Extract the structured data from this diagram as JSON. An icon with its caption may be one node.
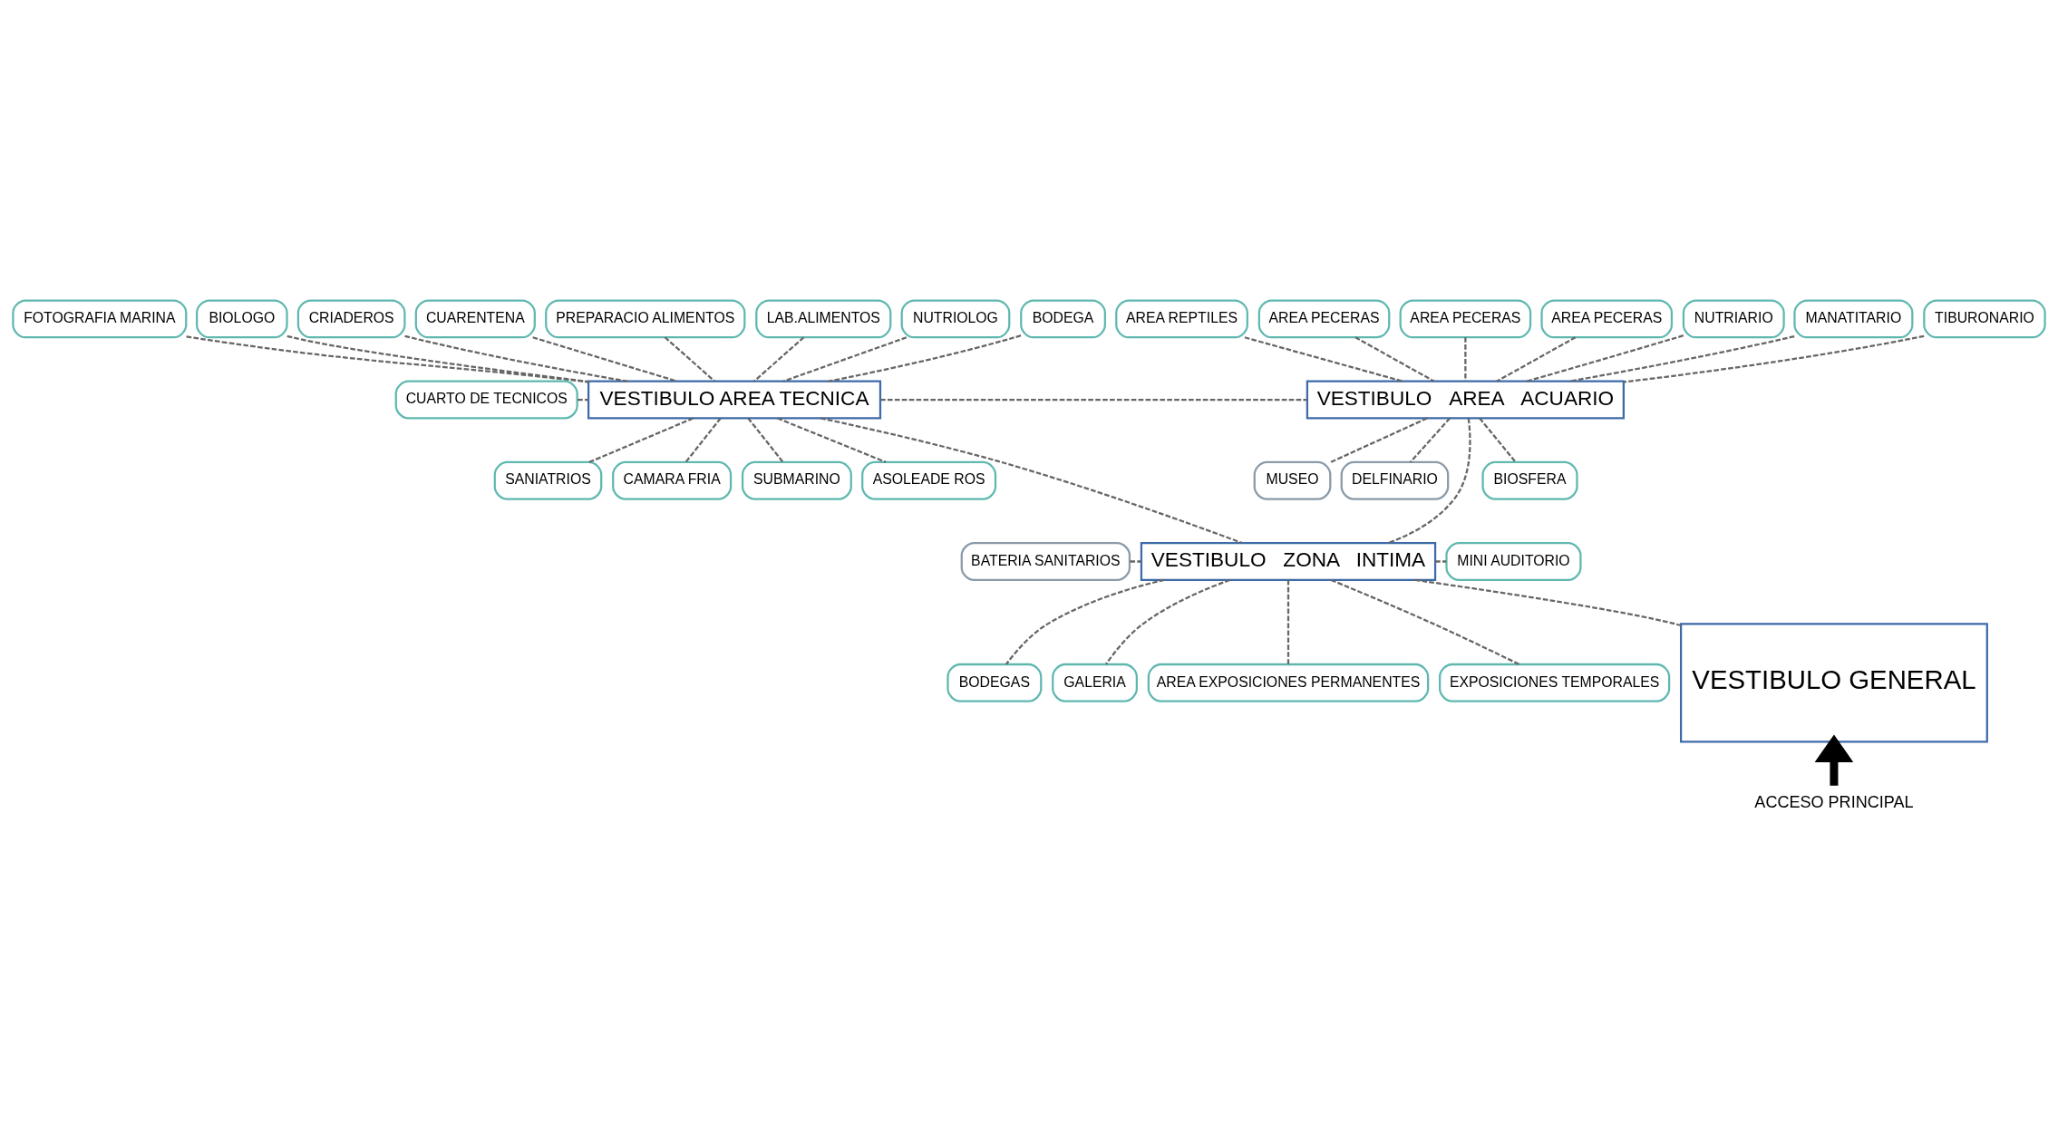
{
  "diagram": {
    "nodes": [
      {
        "text": [
          "FOTOGRAFIA MARINA"
        ]
      },
      {
        "text": [
          "BIOLOGO"
        ]
      },
      {
        "text": [
          "CRIADEROS"
        ]
      },
      {
        "text": [
          "CUARENTENA"
        ]
      },
      {
        "text": [
          "PREPARACIO ALIMENTOS"
        ]
      },
      {
        "text": [
          "LAB.ALIMENTOS"
        ]
      },
      {
        "text": [
          "NUTRIOLOG"
        ]
      },
      {
        "text": [
          "BODEGA"
        ]
      },
      {
        "text": [
          "AREA REPTILES"
        ]
      },
      {
        "text": [
          "AREA PECERAS"
        ]
      },
      {
        "text": [
          "AREA PECERAS"
        ]
      },
      {
        "text": [
          "AREA PECERAS"
        ]
      },
      {
        "text": [
          "NUTRIARIO"
        ]
      },
      {
        "text": [
          "MANATITARIO"
        ]
      },
      {
        "text": [
          "TIBURONARIO"
        ]
      },
      {
        "text": [
          "CUARTO DE TECNICOS"
        ]
      },
      {
        "text": [
          "VESTIBULO AREA TECNICA"
        ]
      },
      {
        "text": [
          "VESTIBULO   AREA   ACUARIO"
        ]
      },
      {
        "text": [
          "SANIATRIOS"
        ]
      },
      {
        "text": [
          "CAMARA FRIA"
        ]
      },
      {
        "text": [
          "SUBMARINO"
        ]
      },
      {
        "text": [
          "ASOLEADE ROS"
        ]
      },
      {
        "text": [
          "BIOSFERA"
        ]
      },
      {
        "text": [
          "MUSEO"
        ]
      },
      {
        "text": [
          "DELFINARIO"
        ]
      },
      {
        "text": [
          "BATERIA SANITARIOS"
        ]
      },
      {
        "text": [
          "VESTIBULO   ZONA   INTIMA"
        ]
      },
      {
        "text": [
          "MINI AUDITORIO"
        ]
      },
      {
        "text": [
          "BODEGAS"
        ]
      },
      {
        "text": [
          "GALERIA"
        ]
      },
      {
        "text": [
          "AREA EXPOSICIONES PERMANENTES"
        ]
      },
      {
        "text": [
          "EXPOSICIONES TEMPORALES"
        ]
      },
      {
        "text": [
          "VESTIBULO GENERAL"
        ]
      },
      {
        "text": [
          "ACCESO PRINCIPAL"
        ]
      }
    ],
    "edges": [
      {
        "from": 0,
        "to": 16,
        "arrow": "none",
        "style": "dashed"
      },
      {
        "from": 1,
        "to": 16,
        "arrow": "none",
        "style": "dashed"
      },
      {
        "from": 2,
        "to": 16,
        "arrow": "none",
        "style": "dashed"
      },
      {
        "from": 3,
        "to": 16,
        "arrow": "none",
        "style": "dashed"
      },
      {
        "from": 4,
        "to": 16,
        "arrow": "none",
        "style": "dashed"
      },
      {
        "from": 5,
        "to": 16,
        "arrow": "none",
        "style": "dashed"
      },
      {
        "from": 6,
        "to": 16,
        "arrow": "none",
        "style": "dashed"
      },
      {
        "from": 7,
        "to": 16,
        "arrow": "none",
        "style": "dashed"
      },
      {
        "from": 8,
        "to": 17,
        "arrow": "none",
        "style": "dashed"
      },
      {
        "from": 9,
        "to": 17,
        "arrow": "none",
        "style": "dashed"
      },
      {
        "from": 10,
        "to": 17,
        "arrow": "none",
        "style": "dashed"
      },
      {
        "from": 11,
        "to": 17,
        "arrow": "none",
        "style": "dashed"
      },
      {
        "from": 12,
        "to": 17,
        "arrow": "none",
        "style": "dashed"
      },
      {
        "from": 13,
        "to": 17,
        "arrow": "none",
        "style": "dashed"
      },
      {
        "from": 14,
        "to": 17,
        "arrow": "none",
        "style": "dashed"
      },
      {
        "from": 15,
        "to": 16,
        "arrow": "none",
        "style": "dashed"
      },
      {
        "from": 16,
        "to": 17,
        "arrow": "none",
        "style": "dashed"
      },
      {
        "from": 16,
        "to": 18,
        "arrow": "none",
        "style": "dashed"
      },
      {
        "from": 16,
        "to": 19,
        "arrow": "none",
        "style": "dashed"
      },
      {
        "from": 16,
        "to": 20,
        "arrow": "none",
        "style": "dashed"
      },
      {
        "from": 16,
        "to": 21,
        "arrow": "none",
        "style": "dashed"
      },
      {
        "from": 17,
        "to": 22,
        "arrow": "none",
        "style": "dashed"
      },
      {
        "from": 17,
        "to": 23,
        "arrow": "none",
        "style": "dashed"
      },
      {
        "from": 17,
        "to": 24,
        "arrow": "none",
        "style": "dashed"
      },
      {
        "from": 16,
        "to": 26,
        "arrow": "none",
        "style": "dashed"
      },
      {
        "from": 17,
        "to": 26,
        "arrow": "none",
        "style": "dashed"
      },
      {
        "from": 25,
        "to": 26,
        "arrow": "none",
        "style": "dashed"
      },
      {
        "from": 26,
        "to": 27,
        "arrow": "none",
        "style": "dashed"
      },
      {
        "from": 26,
        "to": 28,
        "arrow": "none",
        "style": "dashed"
      },
      {
        "from": 26,
        "to": 29,
        "arrow": "none",
        "style": "dashed"
      },
      {
        "from": 26,
        "to": 30,
        "arrow": "none",
        "style": "dashed"
      },
      {
        "from": 26,
        "to": 31,
        "arrow": "none",
        "style": "dashed"
      },
      {
        "from": 26,
        "to": 32,
        "arrow": "none",
        "style": "dashed"
      },
      {
        "from": 33,
        "to": 32,
        "arrow": "to",
        "style": "thick",
        "color": "#000000"
      }
    ]
  }
}
